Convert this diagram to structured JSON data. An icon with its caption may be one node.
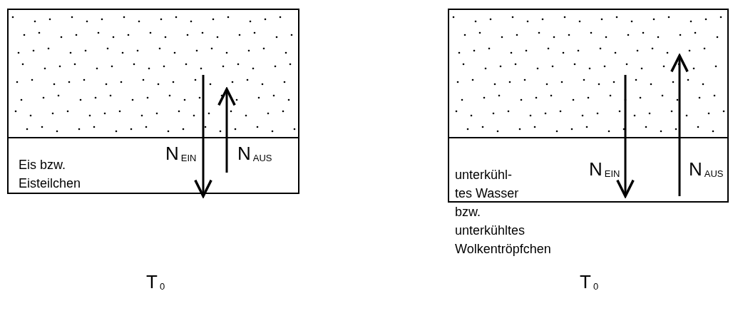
{
  "diagram": {
    "nodes": [
      {
        "text": [],
        "shape": "box"
      },
      {
        "text": [
          "Eis bzw. Eisteilchen"
        ]
      },
      {
        "text": [],
        "shape": "box"
      },
      {
        "text": [
          "unterkühl- tes Wasser bzw. unterkühltes Wolkentröpfchen"
        ]
      }
    ],
    "edges": [
      {
        "from": 0,
        "to": 1,
        "arrow": "to",
        "label": "N$_{EIN}$"
      },
      {
        "from": 1,
        "to": 0,
        "arrow": "to",
        "label": "N$_{AUS}$"
      },
      {
        "from": 2,
        "to": 3,
        "arrow": "to",
        "label": "N$_{EIN}$"
      },
      {
        "from": 3,
        "to": 2,
        "arrow": "to",
        "label": "N$_{AUS}$"
      }
    ],
    "labels": [
      "T$_{0}$",
      "T$_{0}$"
    ]
  }
}
